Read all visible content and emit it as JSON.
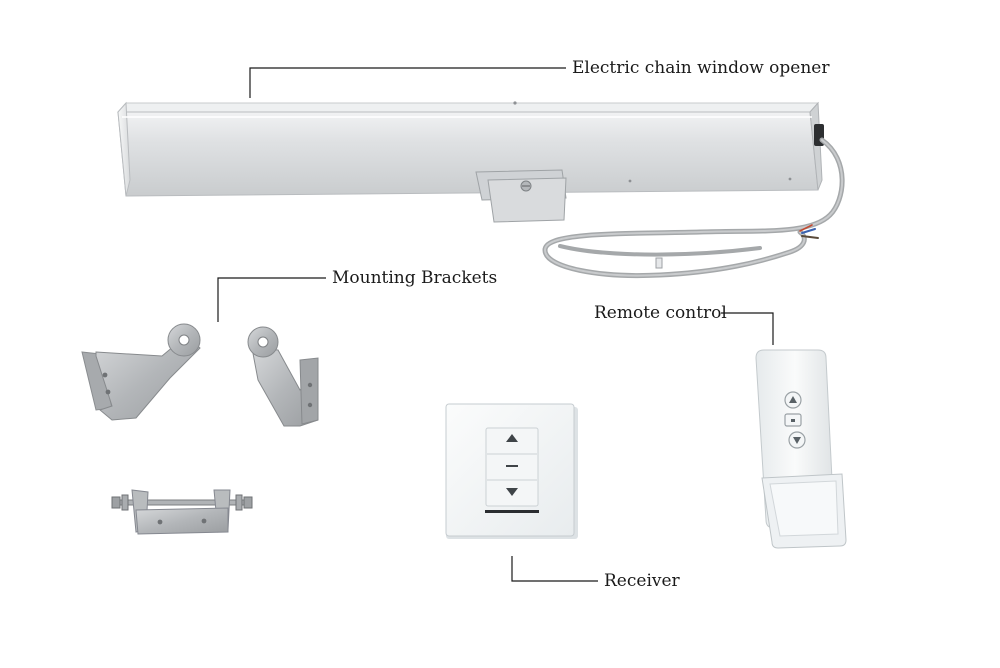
{
  "labels": {
    "opener": "Electric chain window opener",
    "brackets": "Mounting Brackets",
    "remote": "Remote control",
    "receiver": "Receiver"
  },
  "colors": {
    "leader_line": "#1a1a1a",
    "aluminum_light": "#e9eaeb",
    "aluminum_mid": "#d2d4d6",
    "aluminum_dark": "#a9acaf",
    "steel": "#b9bbbd",
    "cable": "#a7a9ab",
    "panel_white": "#f7f9fa"
  }
}
